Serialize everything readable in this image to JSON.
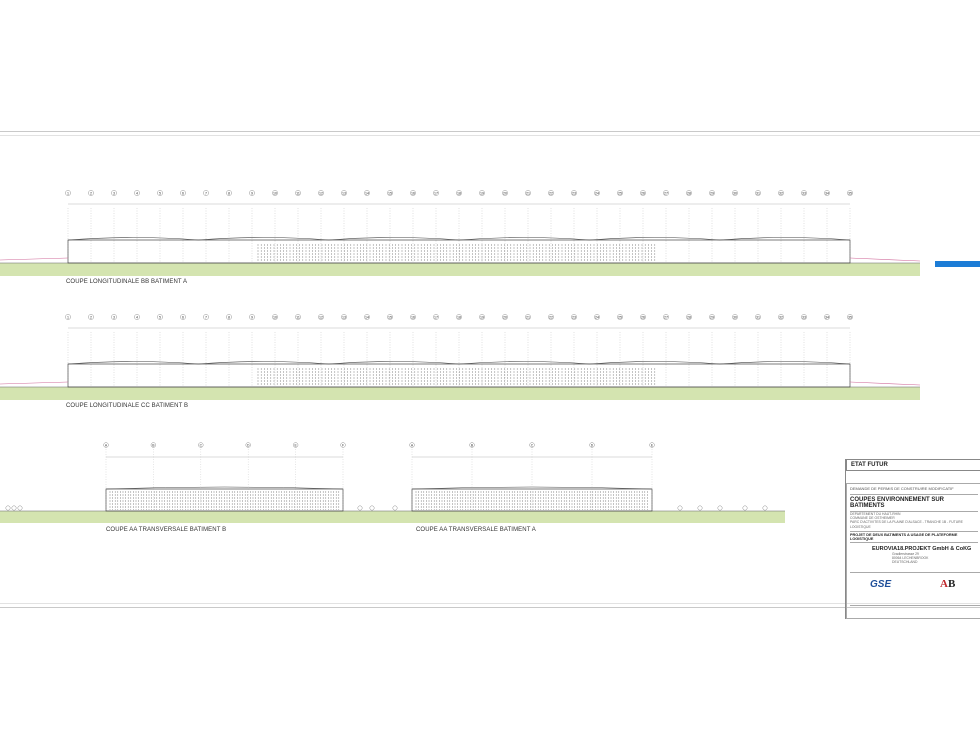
{
  "captions": {
    "section_bb": "COUPE LONGITUDINALE BB  BATIMENT A",
    "section_cc": "COUPE LONGITUDINALE CC  BATIMENT B",
    "section_aa_b": "COUPE AA TRANSVERSALE BATIMENT B",
    "section_aa_a": "COUPE AA TRANSVERSALE BATIMENT A"
  },
  "axis_numbers": [
    "1",
    "2",
    "3",
    "4",
    "5",
    "6",
    "7",
    "8",
    "9",
    "10",
    "11",
    "12",
    "13",
    "14",
    "15",
    "16",
    "17",
    "18",
    "19",
    "20",
    "21",
    "22",
    "23",
    "24",
    "25",
    "26",
    "27",
    "28",
    "29",
    "30",
    "31",
    "32",
    "33",
    "34",
    "35"
  ],
  "transversal_axes_b": [
    "A",
    "B",
    "C",
    "D",
    "E",
    "F"
  ],
  "transversal_axes_a": [
    "A",
    "B",
    "C",
    "D",
    "E"
  ],
  "cartouche": {
    "status": "ETAT FUTUR",
    "request": "DEMANDE DE PERMIS DE CONSTRUIRE MODIFICATIF",
    "title": "COUPES ENVIRONNEMENT SUR BATIMENTS",
    "location_lines": [
      "DEPARTEMENT DU HAUT-RHIN",
      "COMMUNE DE OSTHEIMER",
      "PARC D'ACTIVITES DE LA PLAINE D'ALSACE - TRANCHE 1B - FUTURE LOGISTIQUE"
    ],
    "project": "PROJET DE DEUX BATIMENTS A USAGE DE PLATEFORME LOGISTIQUE",
    "client": "EUROVIA18.PROJEKT GmbH & CoKG",
    "client_lines": [
      "Gradlerstrasse 29",
      "80064 LECHENBROOK",
      "DEUTSCHLAND"
    ],
    "logo_left": "GSE",
    "logo_right_a": "A",
    "logo_right_b": "B"
  },
  "colors": {
    "ground": "#d4e4b0",
    "water": "#1c7cd6",
    "line": "#444444",
    "pink": "#d06a9a"
  }
}
